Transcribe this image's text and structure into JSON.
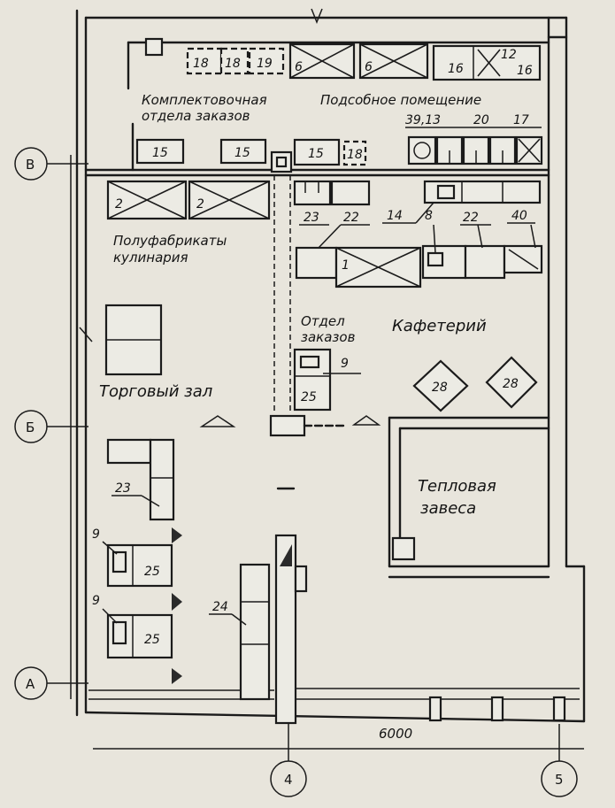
{
  "rooms": {
    "assembly_l1": "Комплектовочная",
    "assembly_l2": "отдела заказов",
    "utility": "Подсобное помещение",
    "semi_l1": "Полуфабрикаты",
    "semi_l2": "кулинария",
    "orders_l1": "Отдел",
    "orders_l2": "заказов",
    "cafe": "Кафетерий",
    "sales_hall": "Торговый зал",
    "curtain_l1": "Тепловая",
    "curtain_l2": "завеса"
  },
  "axes": {
    "v": "В",
    "b": "Б",
    "a": "А",
    "n4": "4",
    "n5": "5"
  },
  "dimensions": {
    "span": "6000"
  },
  "equipment": {
    "e18a": "18",
    "e18b": "18",
    "e19": "19",
    "e6a": "6",
    "e6b": "6",
    "e16a": "16",
    "e12": "12",
    "e16b": "16",
    "e15a": "15",
    "e15b": "15",
    "e15c": "15",
    "e18c": "18",
    "e39": "39,13",
    "e20": "20",
    "e17": "17",
    "e2a": "2",
    "e2b": "2",
    "e23a": "23",
    "e22a": "22",
    "e14": "14",
    "e8": "8",
    "e22b": "22",
    "e40": "40",
    "e1": "1",
    "e9a": "9",
    "e25a": "25",
    "e28a": "28",
    "e28b": "28",
    "e23b": "23",
    "e9b": "9",
    "e25b": "25",
    "e9c": "9",
    "e25c": "25",
    "e24": "24"
  }
}
